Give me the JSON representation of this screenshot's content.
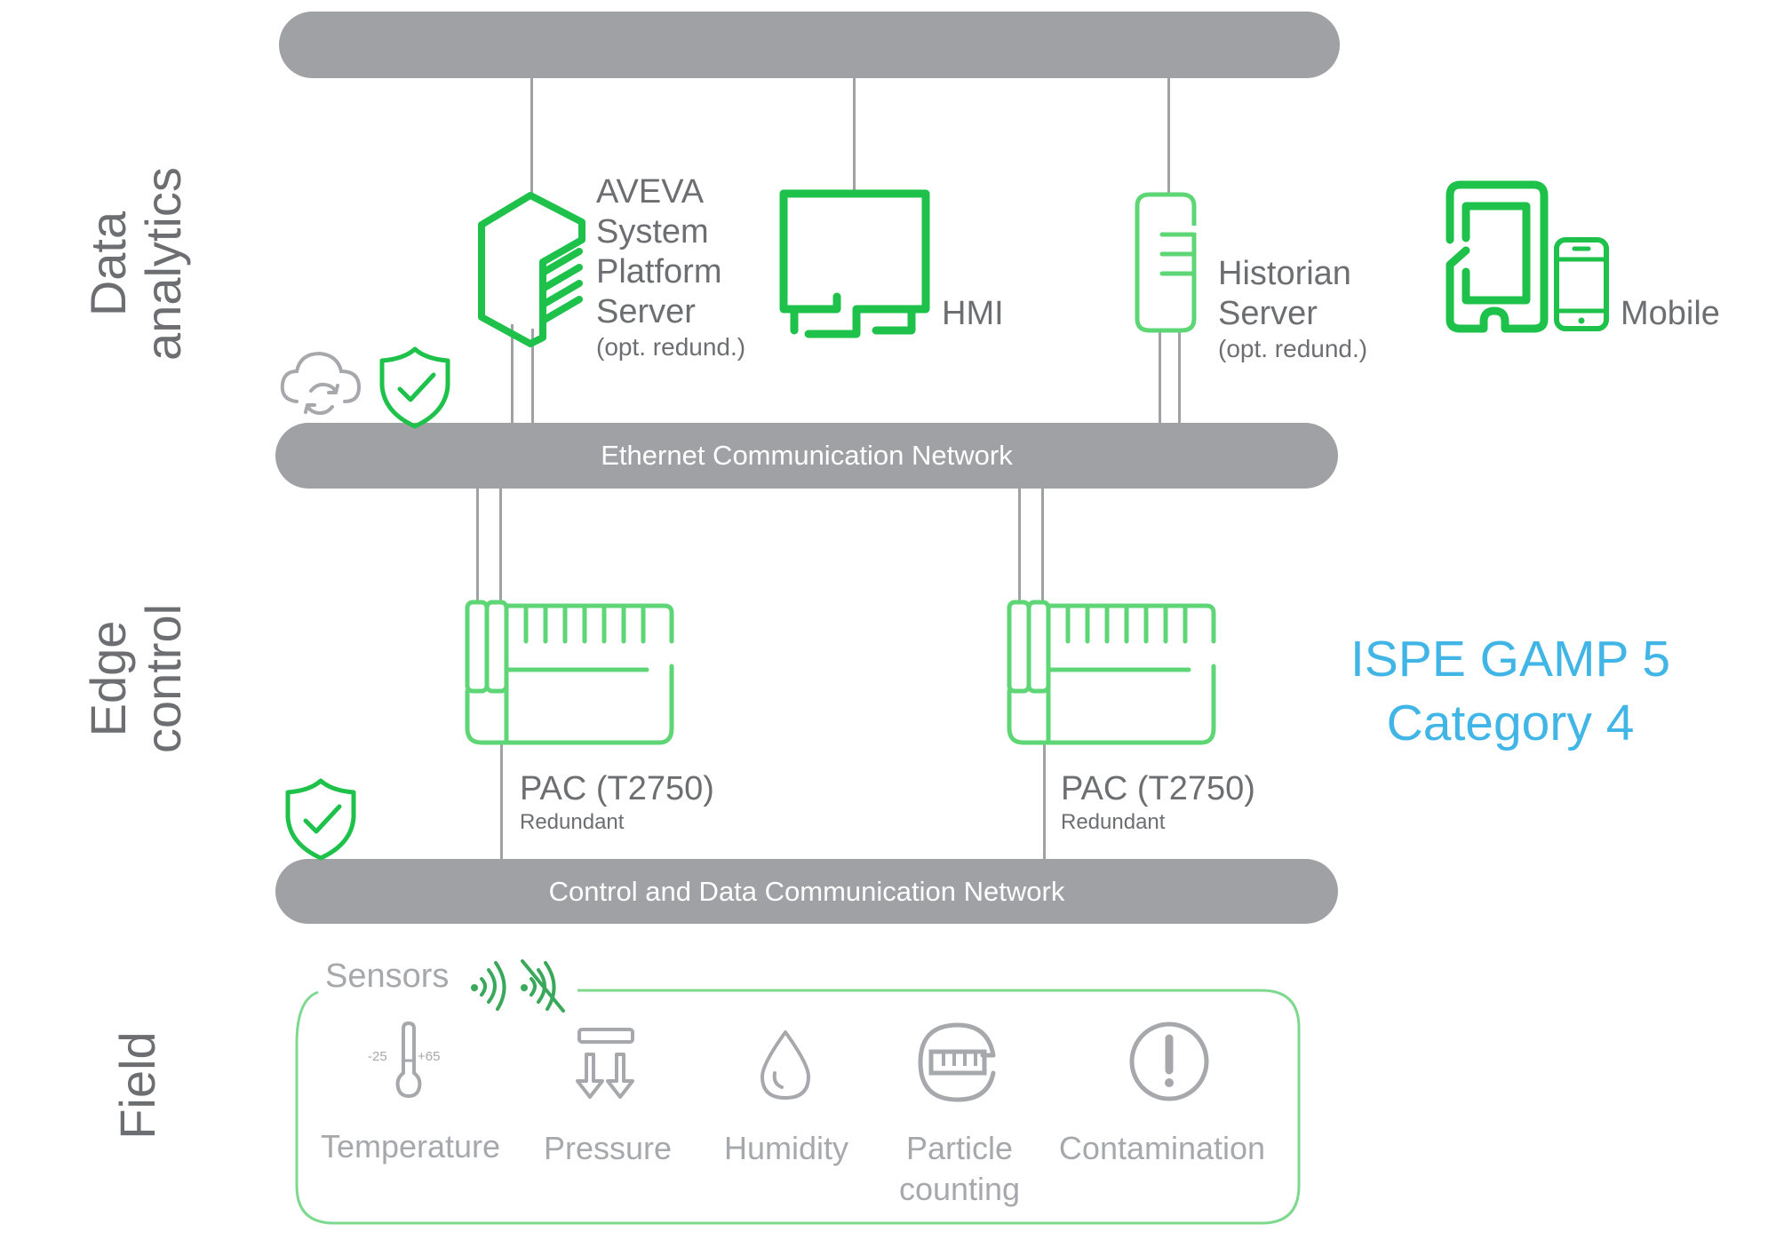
{
  "layers": {
    "data_analytics": "Data analytics",
    "edge_control": "Edge control",
    "field": "Field"
  },
  "networks": {
    "top": "",
    "ethernet": "Ethernet Communication Network",
    "control": "Control and Data Communication Network"
  },
  "nodes": {
    "aveva": {
      "lines": [
        "AVEVA",
        "System",
        "Platform",
        "Server"
      ],
      "note": "(opt. redund.)"
    },
    "hmi": {
      "label": "HMI"
    },
    "historian": {
      "lines": [
        "Historian",
        "Server"
      ],
      "note": "(opt. redund.)"
    },
    "mobile": {
      "label": "Mobile"
    },
    "pac_left": {
      "label": "PAC (T2750)",
      "note": "Redundant"
    },
    "pac_right": {
      "label": "PAC (T2750)",
      "note": "Redundant"
    }
  },
  "compliance": {
    "line1": "ISPE GAMP 5",
    "line2": "Category 4"
  },
  "sensors": {
    "title": "Sensors",
    "temp_range_low": "-25",
    "temp_range_high": "+65",
    "items": [
      {
        "label": "Temperature",
        "icon": "thermometer-icon"
      },
      {
        "label": "Pressure",
        "icon": "pressure-icon"
      },
      {
        "label": "Humidity",
        "icon": "droplet-icon"
      },
      {
        "label": "Particle",
        "label2": "counting",
        "icon": "particle-counter-icon"
      },
      {
        "label": "Contamination",
        "icon": "exclamation-circle-icon"
      }
    ]
  },
  "colors": {
    "bus": "#a0a1a4",
    "accent_green": "#1ec24a",
    "light_green": "#5fd676",
    "text_gray": "#6d6e71",
    "sensor_gray": "#a7a8ab",
    "ispe_blue": "#41b6e6"
  }
}
